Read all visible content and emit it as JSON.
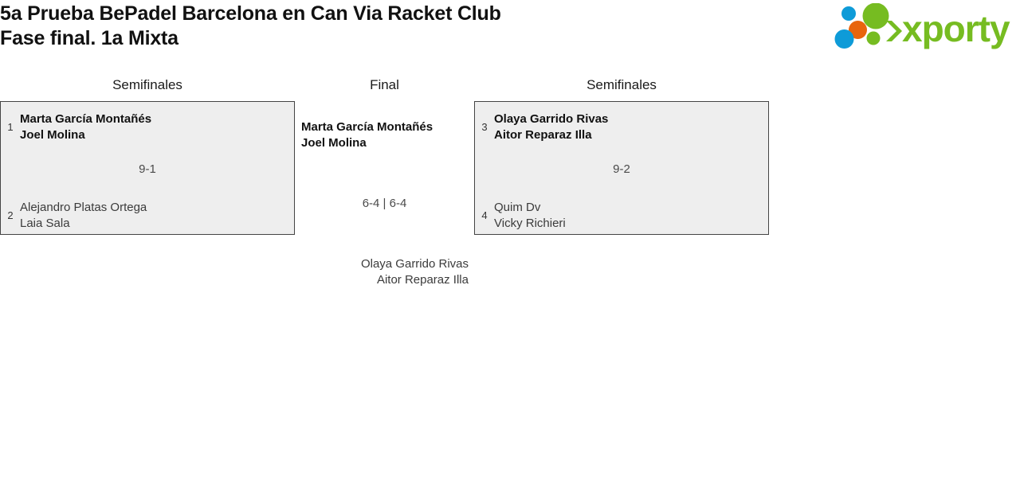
{
  "header": {
    "title": "5a Prueba BePadel Barcelona en Can Via Racket Club\nFase final. 1a Mixta",
    "logo": {
      "name": "xporty",
      "wordmark": "xporty",
      "colors": {
        "green": "#76bc21",
        "blue": "#0e9bd8",
        "orange": "#e8650d"
      }
    }
  },
  "bracket": {
    "rounds": [
      {
        "key": "semifinal_left",
        "label": "Semifinales"
      },
      {
        "key": "final",
        "label": "Final"
      },
      {
        "key": "semifinal_right",
        "label": "Semifinales"
      }
    ],
    "matches": {
      "semifinal_1": {
        "round_label": "Semifinales",
        "score": "9-1",
        "teams": [
          {
            "seed": "1",
            "players": "Marta García Montañés\nJoel Molina",
            "result": "winner"
          },
          {
            "seed": "2",
            "players": "Alejandro Platas Ortega\nLaia Sala",
            "result": "loser"
          }
        ]
      },
      "semifinal_2": {
        "round_label": "Semifinales",
        "score": "9-2",
        "teams": [
          {
            "seed": "3",
            "players": "Olaya Garrido Rivas\nAitor Reparaz Illa",
            "result": "winner"
          },
          {
            "seed": "4",
            "players": "Quim Dv\nVicky Richieri",
            "result": "loser"
          }
        ]
      },
      "final": {
        "round_label": "Final",
        "score": "6-4 | 6-4",
        "winner": "Marta García Montañés\nJoel Molina",
        "runner_up": "Olaya Garrido Rivas\nAitor Reparaz Illa"
      }
    }
  },
  "colors": {
    "box_fill": "#eeeeee",
    "box_border": "#444444",
    "winner_text": "#111111",
    "loser_text": "#3b3b3b",
    "score_text": "#4a4a4a"
  }
}
